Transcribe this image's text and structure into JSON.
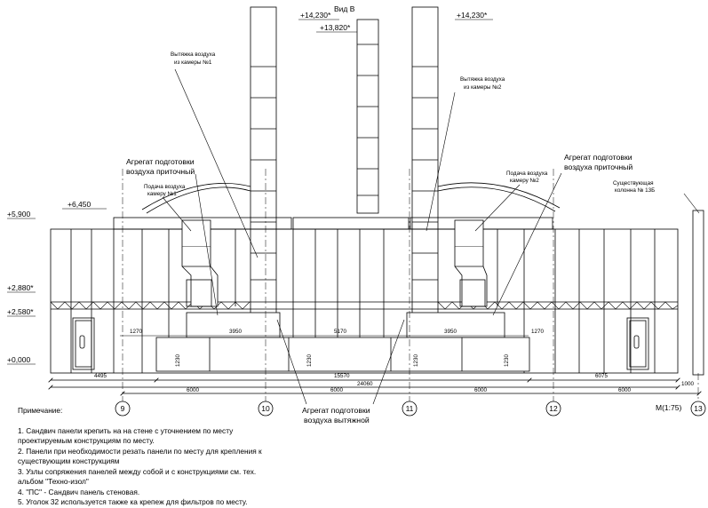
{
  "view_title": "Вид В",
  "scale": "М(1:75)",
  "elevations": {
    "top_left_stack": "+14,230*",
    "top_right_stack": "+14,230*",
    "center_stack": "+13,820*",
    "e6450": "+6,450",
    "e5900": "+5,900",
    "e2880": "+2,880*",
    "e2580": "+2,580*",
    "e0000": "+0,000"
  },
  "labels": {
    "exhaust1": [
      "Вытяжка воздуха",
      "из камеры №1"
    ],
    "exhaust2": [
      "Вытяжка воздуха",
      "из камеры №2"
    ],
    "supply_unit_left": [
      "Агрегат подготовки",
      "воздуха приточный"
    ],
    "supply_unit_right": [
      "Агрегат подготовки",
      "воздуха приточный"
    ],
    "supply1": [
      "Подача воздуха",
      "камеру №1"
    ],
    "supply2": [
      "Подача воздуха",
      "камеру №2"
    ],
    "column": [
      "Существующая",
      "колонна № 13Б"
    ],
    "exhaust_unit": [
      "Агрегат подготовки",
      "воздуха вытяжной"
    ]
  },
  "dimensions": {
    "d1270_left": "1270",
    "d3950_left": "3950",
    "d5170": "5170",
    "d3950_right": "3950",
    "d1270_right": "1270",
    "d1230_a": "1230",
    "d1230_b": "1230",
    "d1230_c": "1230",
    "d1230_d": "1230",
    "d4495": "4495",
    "d15570": "15570",
    "d6075": "6075",
    "d24060": "24060",
    "d6000_1": "6000",
    "d6000_2": "6000",
    "d6000_3": "6000",
    "d6000_4": "6000",
    "d1000": "1000"
  },
  "axes": [
    "9",
    "10",
    "11",
    "12",
    "13"
  ],
  "notes": {
    "header": "Примечание:",
    "items": [
      "1. Сандвич панели крепить на на стене с уточнением по месту",
      "проектируемым конструкциям по месту.",
      "2. Панели  при необходимости резать панели по месту для крепления к",
      "существующим конструкциям",
      "3. Узлы сопряжения панелей между собой и с конструкциями см. тех.",
      "альбом \"Техно-изол\"",
      "4. \"ПС\" - Сандвич панель стеновая.",
      "5. Уголок 32 используется также ка крепеж для фильтров по месту."
    ]
  }
}
